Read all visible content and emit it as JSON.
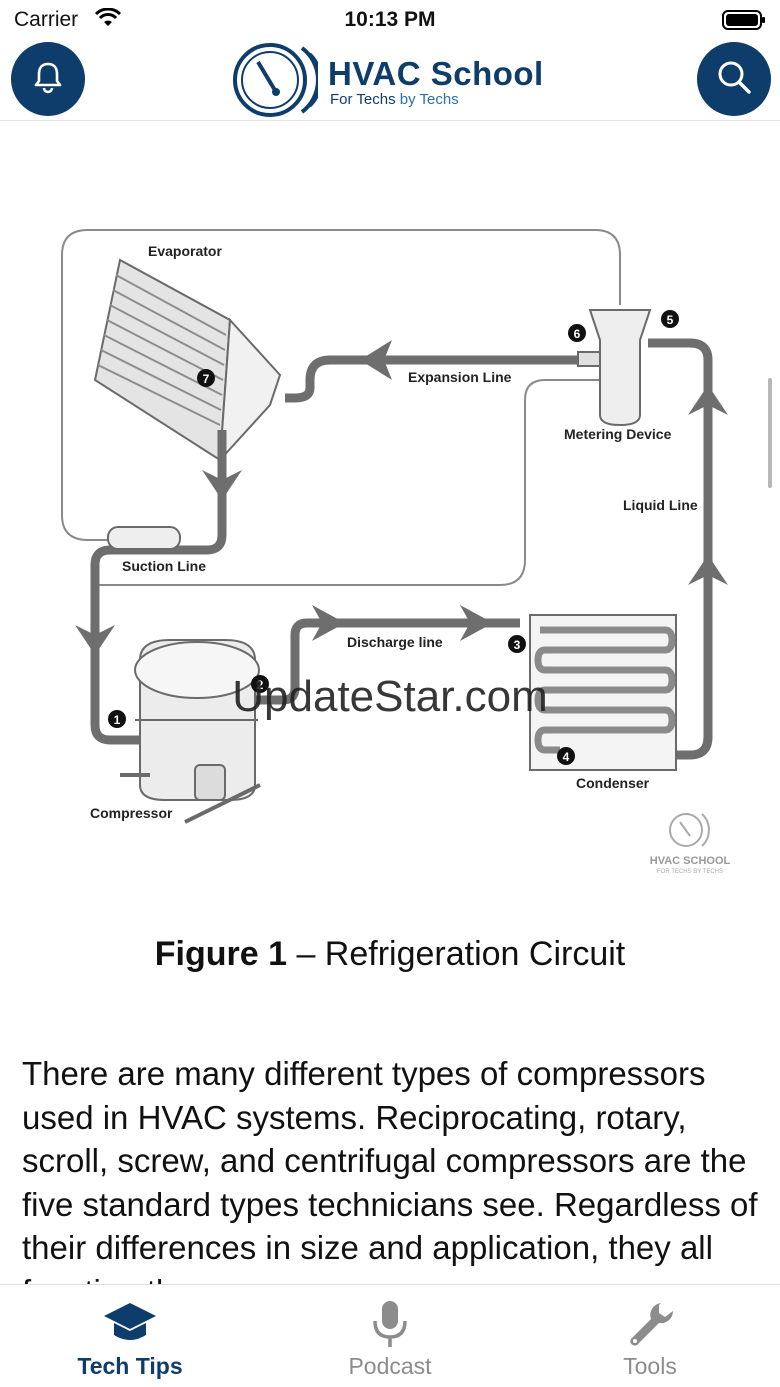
{
  "status_bar": {
    "carrier": "Carrier",
    "time": "10:13 PM"
  },
  "header": {
    "logo_title": "HVAC School",
    "logo_sub_1": "For Techs",
    "logo_sub_2": "by Techs"
  },
  "diagram": {
    "labels": {
      "evaporator": "Evaporator",
      "expansion_line": "Expansion Line",
      "metering_device": "Metering Device",
      "liquid_line": "Liquid Line",
      "suction_line": "Suction Line",
      "discharge_line": "Discharge line",
      "compressor": "Compressor",
      "condenser": "Condenser",
      "mark_title": "HVAC SCHOOL",
      "mark_sub": "FOR TECHS BY TECHS"
    },
    "numbers": [
      "1",
      "2",
      "3",
      "4",
      "5",
      "6",
      "7"
    ]
  },
  "watermark": "UpdateStar.com",
  "caption": {
    "bold": "Figure 1",
    "rest": " – Refrigeration Circuit"
  },
  "body_text": "There are many different types of compressors used in HVAC systems. Reciprocating, rotary, scroll, screw, and centrifugal compressors are the five standard types technicians see. Regardless of their differences in size and application, they all function the same",
  "tabs": [
    {
      "label": "Tech Tips",
      "icon": "graduation-cap-icon",
      "active": true
    },
    {
      "label": "Podcast",
      "icon": "microphone-icon",
      "active": false
    },
    {
      "label": "Tools",
      "icon": "wrench-icon",
      "active": false
    }
  ],
  "colors": {
    "brand": "#0f3d6b",
    "inactive": "#8c8c8c",
    "pipe": "#6e6e6e"
  }
}
